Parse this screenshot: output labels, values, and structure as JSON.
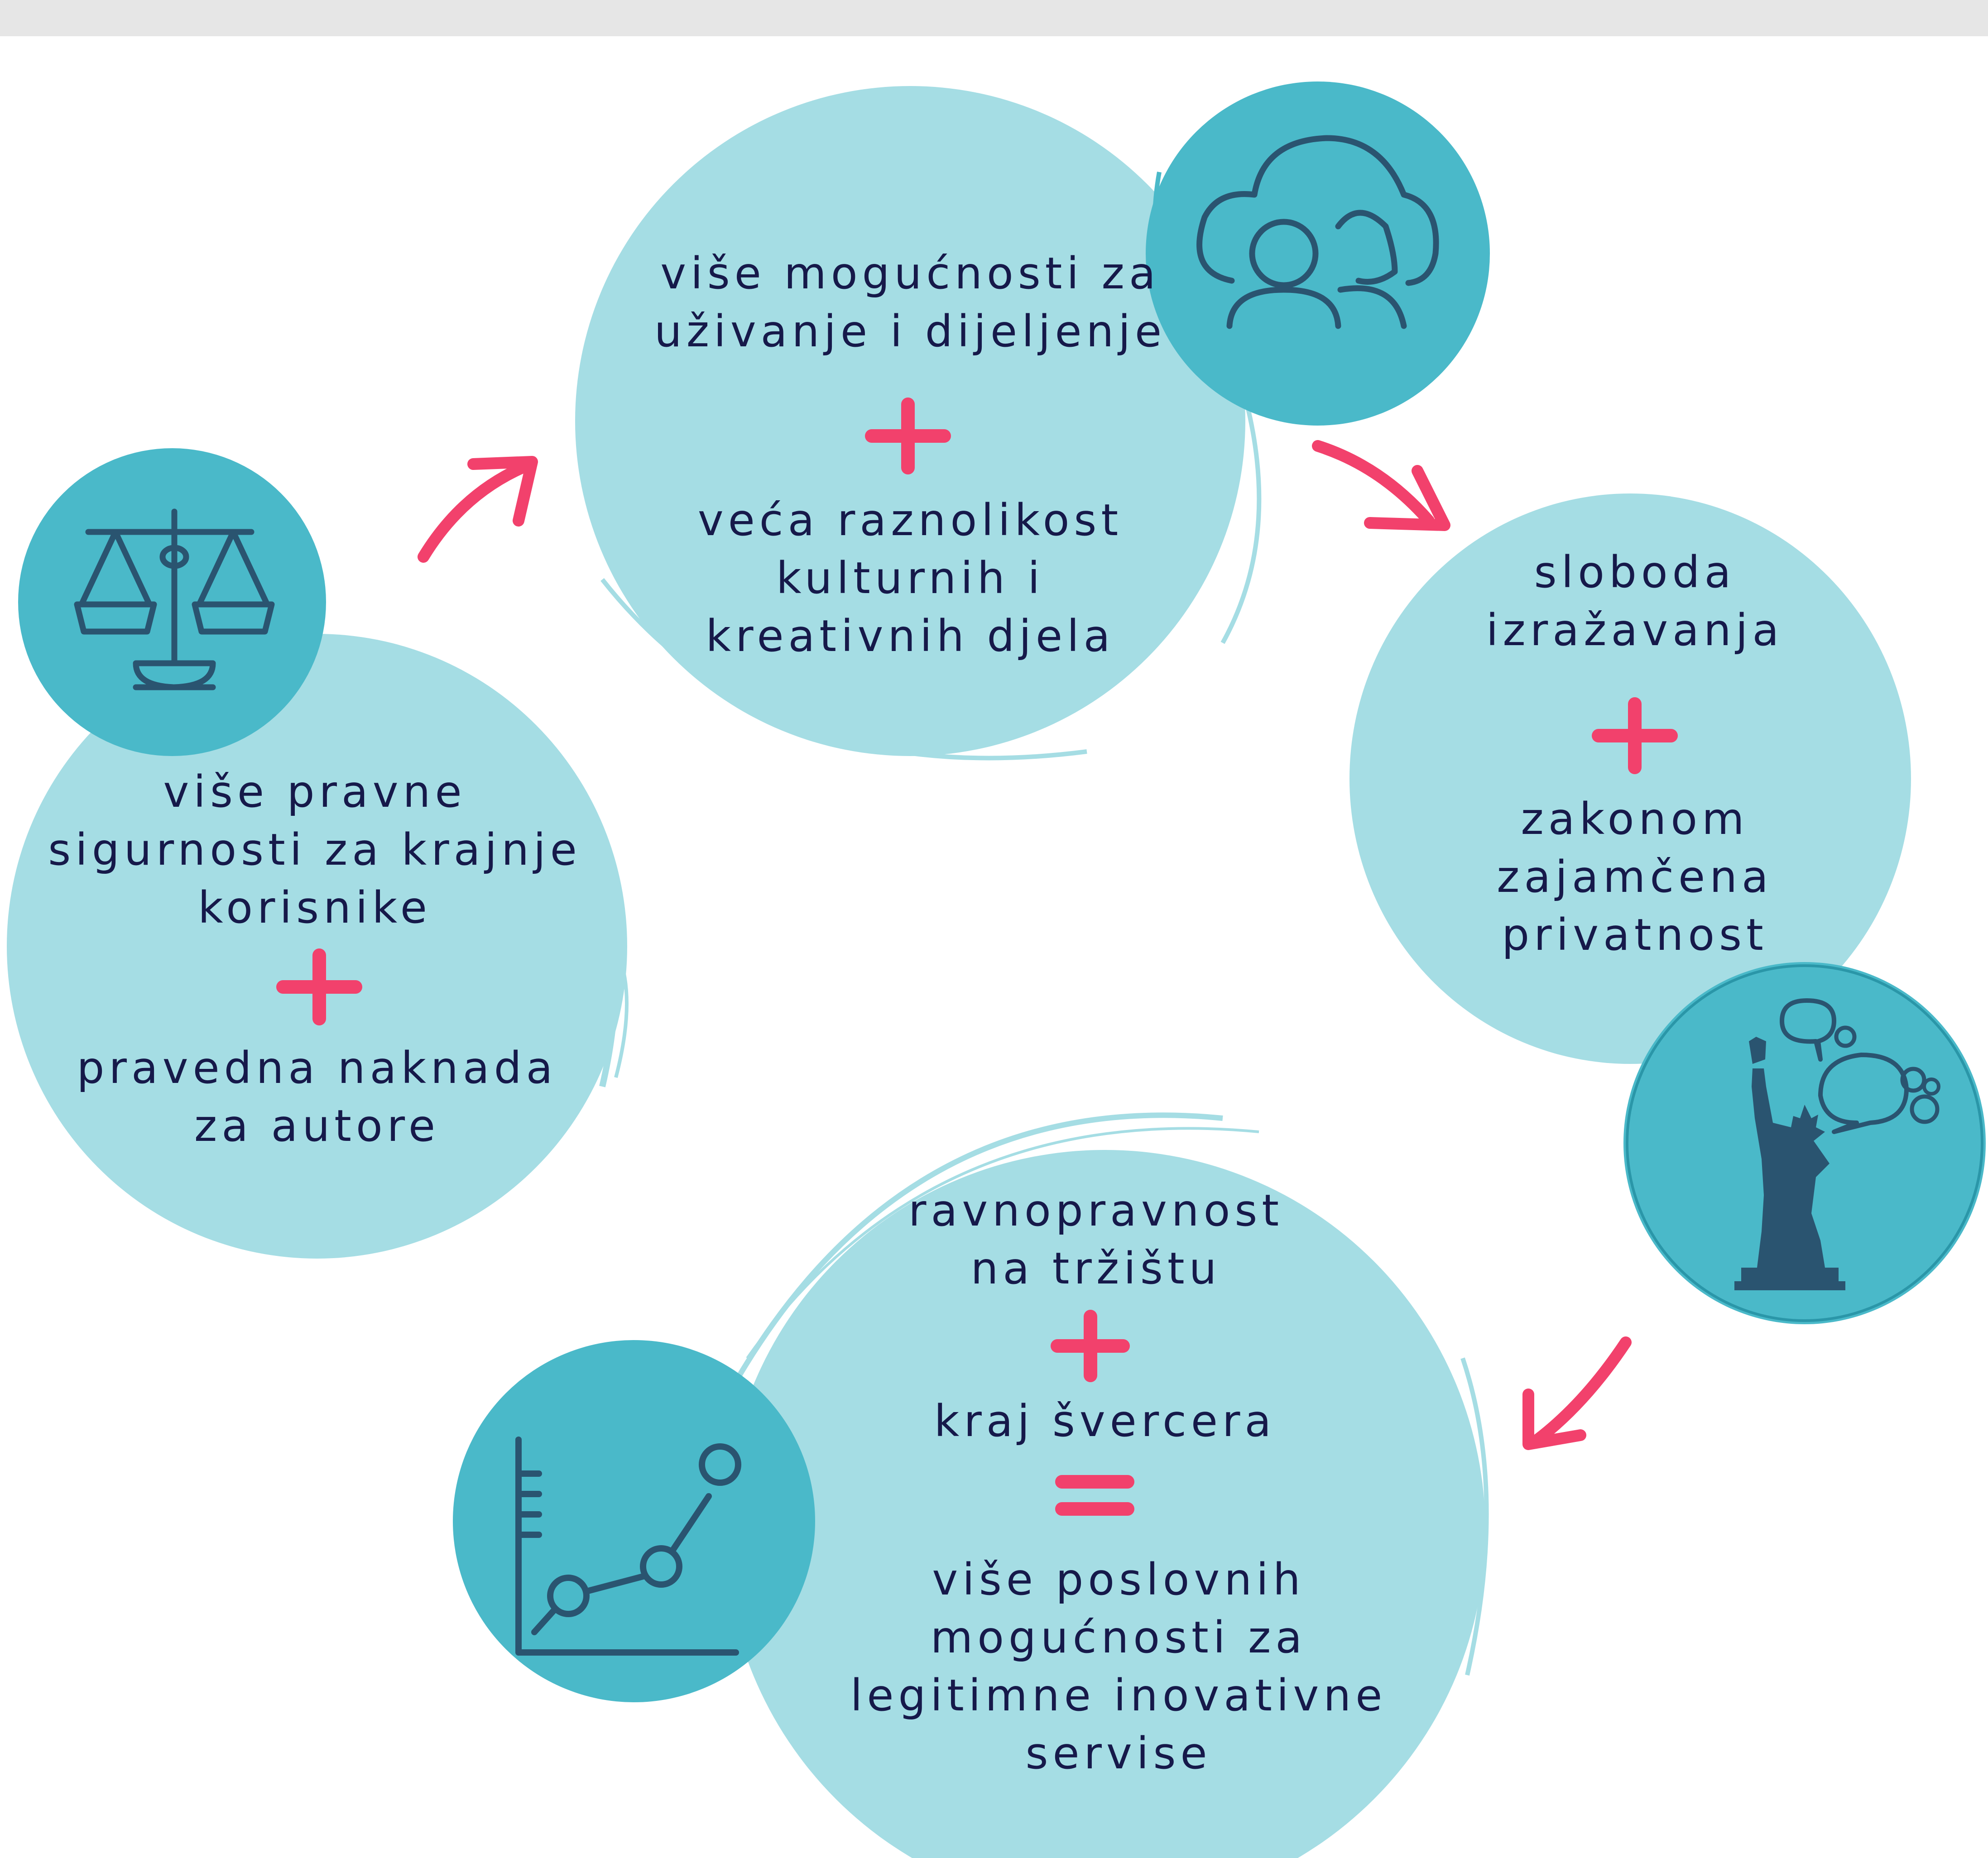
{
  "colors": {
    "light_circle": "#a5dde4",
    "dark_circle": "#4ab9c9",
    "icon_stroke": "#2a5470",
    "plus_accent": "#f2416c",
    "text": "#16194a",
    "header_bar": "#e6e6e6"
  },
  "nodes": {
    "legal": {
      "icon": "scales-of-justice-icon",
      "line1": "više pravne",
      "line2": "sigurnosti za krajnje",
      "line3": "korisnike",
      "line4": "pravedna naknada",
      "line5": "za autore"
    },
    "culture": {
      "icon": "people-cloud-icon",
      "line1": "više mogućnosti za",
      "line2": "uživanje i dijeljenje",
      "line3": "veća raznolikost",
      "line4": "kulturnih i",
      "line5": "kreativnih djela"
    },
    "freedom": {
      "icon": "statue-of-liberty-speech-icon",
      "line1": "sloboda",
      "line2": "izražavanja",
      "line3": "zakonom",
      "line4": "zajamčena",
      "line5": "privatnost"
    },
    "market": {
      "icon": "growth-chart-icon",
      "line1": "ravnopravnost",
      "line2": "na tržištu",
      "line3": "kraj švercera",
      "line4": "više poslovnih",
      "line5": "mogućnosti za",
      "line6": "legitimne inovativne",
      "line7": "servise"
    }
  },
  "arrows": [
    "arrow-icon",
    "arrow-icon",
    "arrow-icon"
  ]
}
